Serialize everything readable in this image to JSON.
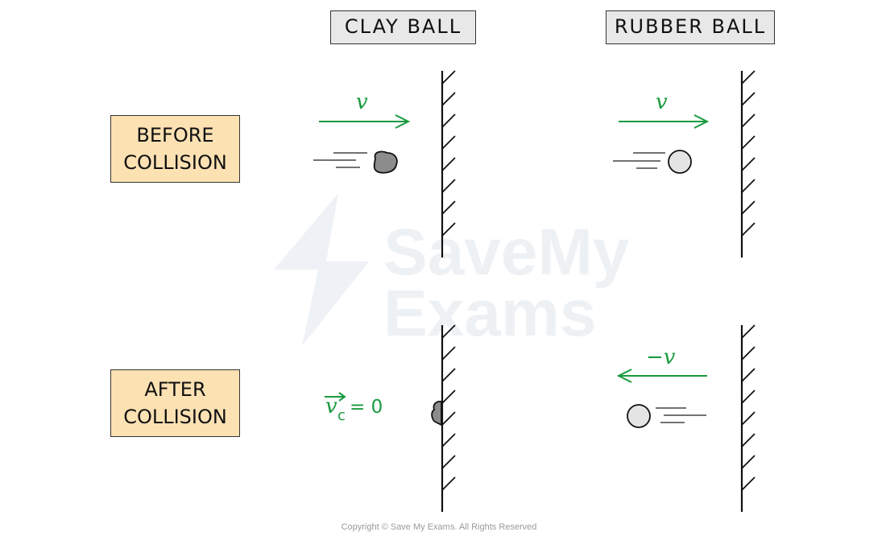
{
  "columns": [
    {
      "label": "CLAY BALL"
    },
    {
      "label": "RUBBER BALL"
    }
  ],
  "rows": [
    {
      "label_line1": "BEFORE",
      "label_line2": "COLLISION"
    },
    {
      "label_line1": "AFTER",
      "label_line2": "COLLISION"
    }
  ],
  "annotations": {
    "clay_before_velocity": "v",
    "rubber_before_velocity": "v",
    "clay_after_velocity_symbol": "v",
    "clay_after_velocity_subscript": "c",
    "clay_after_velocity_value": "= 0",
    "rubber_after_velocity": "−v"
  },
  "colors": {
    "arrow": "#1a9a3e",
    "clay": "#8c8c8c",
    "rubber": "#e4e4e4",
    "label_fill": "#fce1b3",
    "header_fill": "#e8e8e8"
  },
  "watermark": {
    "line1": "SaveMy",
    "line2": "Exams"
  },
  "footer": {
    "copyright": "Copyright © Save My Exams. All Rights Reserved"
  }
}
